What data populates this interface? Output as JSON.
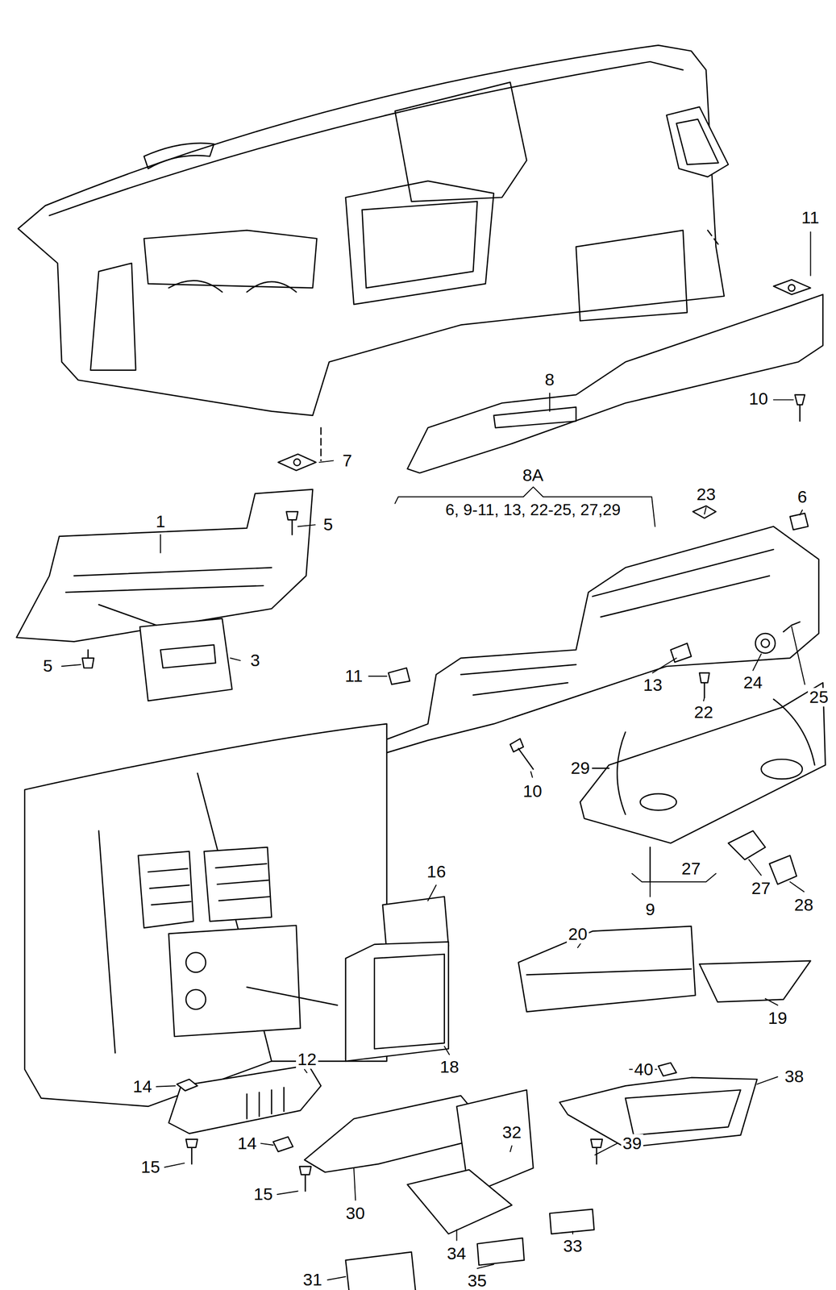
{
  "diagram": {
    "labels": [
      "11",
      "8",
      "10",
      "7",
      "1",
      "5",
      "8A",
      "6, 9-11, 13, 22-25, 27,29",
      "23",
      "6",
      "5",
      "3",
      "25",
      "11",
      "13",
      "24",
      "22",
      "10",
      "29",
      "27",
      "9",
      "27",
      "28",
      "16",
      "20",
      "19",
      "18",
      "12",
      "14",
      "40",
      "38",
      "14",
      "15",
      "15",
      "39",
      "30",
      "32",
      "34",
      "33",
      "35",
      "31"
    ]
  }
}
